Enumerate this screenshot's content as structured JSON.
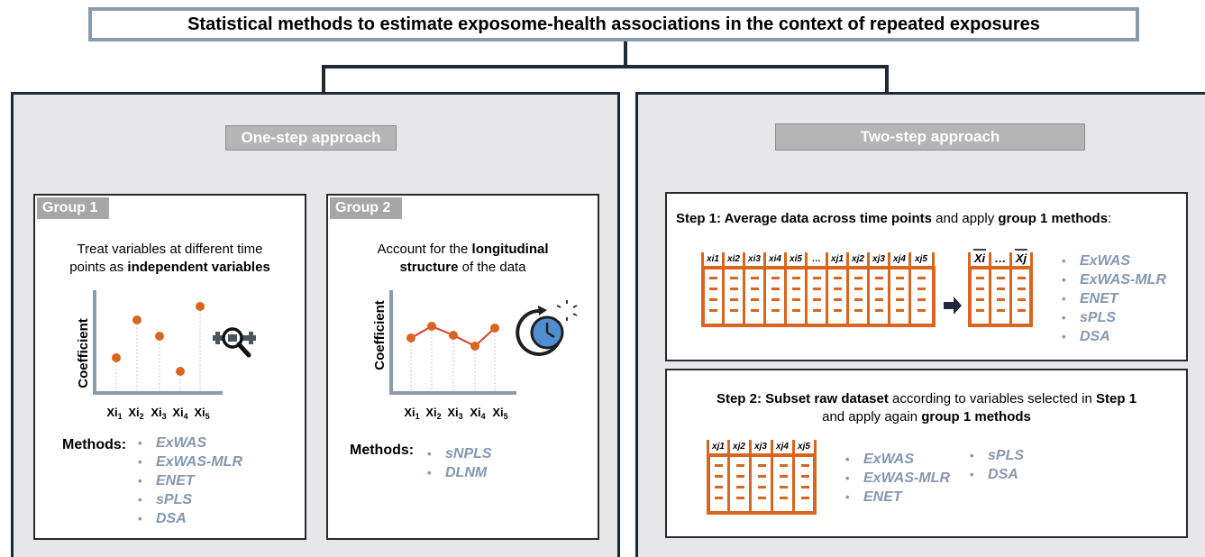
{
  "title": "Statistical methods to estimate exposome-health associations in the context of repeated exposures",
  "one_step": {
    "label": "One-step approach",
    "group1": {
      "tag": "Group 1",
      "desc_1": "Treat variables at different time",
      "desc_2": "points as ",
      "desc_bold": "independent variables",
      "ylabel": "Coefficient",
      "xticks": [
        "Xi",
        "Xi",
        "Xi",
        "Xi",
        "Xi"
      ],
      "xsubs": [
        "1",
        "2",
        "3",
        "4",
        "5"
      ],
      "methods_label": "Methods:",
      "methods": [
        "ExWAS",
        "ExWAS-MLR",
        "ENET",
        "sPLS",
        "DSA"
      ]
    },
    "group2": {
      "tag": "Group 2",
      "desc_1": "Account for the ",
      "desc_bold1": "longitudinal",
      "desc_bold2": "structure",
      "desc_2": " of the data",
      "ylabel": "Coefficient",
      "xticks": [
        "Xi",
        "Xi",
        "Xi",
        "Xi",
        "Xi"
      ],
      "xsubs": [
        "1",
        "2",
        "3",
        "4",
        "5"
      ],
      "methods_label": "Methods:",
      "methods": [
        "sNPLS",
        "DLNM"
      ]
    }
  },
  "two_step": {
    "label": "Two-step approach",
    "step1": {
      "bold1": "Step 1: Average data across time points",
      "text1": " and apply ",
      "bold2": "group 1 methods",
      "text2": ":",
      "cols_left": [
        "xi1",
        "xi2",
        "xi3",
        "xi4",
        "xi5",
        "…",
        "xj1",
        "xj2",
        "xj3",
        "xj4",
        "xj5"
      ],
      "cols_right": [
        "Xi",
        "…",
        "Xj"
      ],
      "methods": [
        "ExWAS",
        "ExWAS-MLR",
        "ENET",
        "sPLS",
        "DSA"
      ]
    },
    "step2": {
      "bold1": "Step 2: Subset raw dataset",
      "text1": " according to variables selected in ",
      "bold2": "Step 1",
      "text2": "and apply again ",
      "bold3": "group 1 methods",
      "cols": [
        "xj1",
        "xj2",
        "xj3",
        "xj4",
        "xj5"
      ],
      "methods_a": [
        "ExWAS",
        "ExWAS-MLR",
        "ENET"
      ],
      "methods_b": [
        "sPLS",
        "DSA"
      ]
    }
  },
  "colors": {
    "orange": "#d9651e",
    "axis": "#8a9bb0",
    "methods": "#8497b0",
    "border": "#1f2a38"
  }
}
